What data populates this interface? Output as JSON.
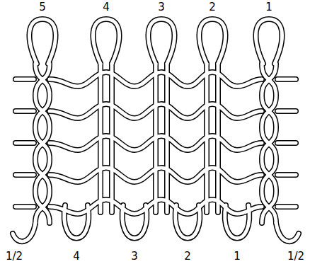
{
  "diagram": {
    "labels": [
      "5",
      "4",
      "3",
      "2",
      "1",
      "1/2",
      "4",
      "3",
      "2",
      "1",
      "1/2"
    ]
  }
}
